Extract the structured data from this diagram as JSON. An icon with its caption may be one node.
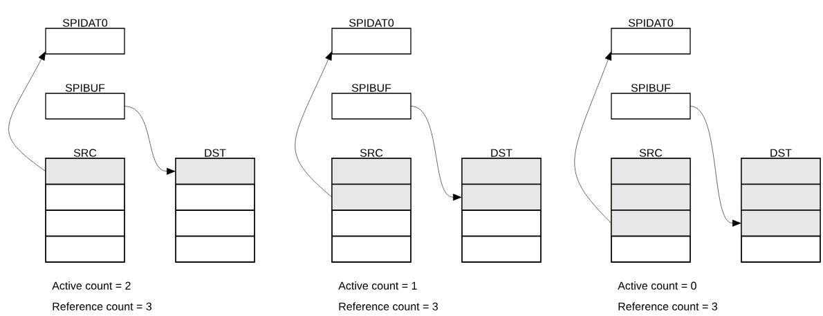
{
  "diagram": {
    "nodes": [
      {
        "text": [
          "SPIDAT0"
        ]
      },
      {
        "text": [
          "SPIBUF"
        ]
      },
      {
        "text": [
          "SRC"
        ]
      },
      {
        "text": [],
        "shape": "box",
        "in": 2
      },
      {
        "text": [],
        "shape": "box",
        "in": 2
      },
      {
        "text": [],
        "shape": "box",
        "in": 2
      },
      {
        "text": [],
        "shape": "box",
        "in": 2
      },
      {
        "text": [
          "DST"
        ]
      },
      {
        "text": [],
        "shape": "box",
        "in": 7
      },
      {
        "text": [],
        "shape": "box",
        "in": 7
      },
      {
        "text": [],
        "shape": "box",
        "in": 7
      },
      {
        "text": [],
        "shape": "box",
        "in": 7
      },
      {
        "text": [
          "SPIDAT0"
        ]
      },
      {
        "text": [
          "SPIBUF"
        ]
      },
      {
        "text": [
          "SRC"
        ]
      },
      {
        "text": [],
        "shape": "box",
        "in": 14
      },
      {
        "text": [],
        "shape": "box",
        "in": 14
      },
      {
        "text": [],
        "shape": "box",
        "in": 14
      },
      {
        "text": [],
        "shape": "box",
        "in": 14
      },
      {
        "text": [
          "DST"
        ]
      },
      {
        "text": [],
        "shape": "box",
        "in": 19
      },
      {
        "text": [],
        "shape": "box",
        "in": 19
      },
      {
        "text": [],
        "shape": "box",
        "in": 19
      },
      {
        "text": [],
        "shape": "box",
        "in": 19
      },
      {
        "text": [
          "SPIDAT0"
        ]
      },
      {
        "text": [
          "SPIBUF"
        ]
      },
      {
        "text": [
          "SRC"
        ]
      },
      {
        "text": [],
        "shape": "box",
        "in": 26
      },
      {
        "text": [],
        "shape": "box",
        "in": 26
      },
      {
        "text": [],
        "shape": "box",
        "in": 26
      },
      {
        "text": [],
        "shape": "box",
        "in": 26
      },
      {
        "text": [
          "DST"
        ]
      },
      {
        "text": [],
        "shape": "box",
        "in": 31
      },
      {
        "text": [],
        "shape": "box",
        "in": 31
      },
      {
        "text": [],
        "shape": "box",
        "in": 31
      },
      {
        "text": [],
        "shape": "box",
        "in": 31
      }
    ],
    "edges": [
      {
        "from": 3,
        "to": 0,
        "arrow": "to"
      },
      {
        "from": 1,
        "to": 8,
        "arrow": "to"
      },
      {
        "from": 16,
        "to": 12,
        "arrow": "to"
      },
      {
        "from": 13,
        "to": 21,
        "arrow": "to"
      },
      {
        "from": 29,
        "to": 24,
        "arrow": "to"
      },
      {
        "from": 25,
        "to": 34,
        "arrow": "to"
      }
    ],
    "labels": [
      "Active count = 2",
      "Reference count = 3",
      "Active count = 1",
      "Reference count = 3",
      "Active count = 0",
      "Reference count = 3"
    ]
  }
}
